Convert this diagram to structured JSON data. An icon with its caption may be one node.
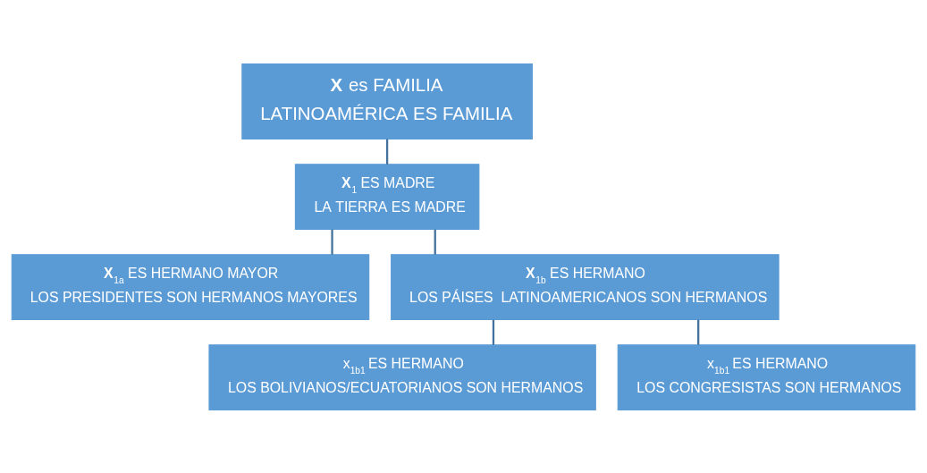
{
  "diagram": {
    "nodes": [
      {
        "text": [
          "**X** es FAMILIA",
          "LATINOAMÉRICA ES FAMILIA"
        ]
      },
      {
        "text": [
          "**X**$_{1}$ ES MADRE",
          "LA TIERRA ES MADRE"
        ]
      },
      {
        "text": [
          "**X**$_{1a}$ ES HERMANO MAYOR",
          "LOS PRESIDENTES SON HERMANOS MAYORES"
        ]
      },
      {
        "text": [
          "**X**$_{1b}$ ES HERMANO",
          "LOS PÁISES  LATINOAMERICANOS SON HERMANOS"
        ]
      },
      {
        "text": [
          "x$_{1b1}$ ES HERMANO",
          "LOS BOLIVIANOS/ECUATORIANOS SON HERMANOS"
        ]
      },
      {
        "text": [
          "x$_{1b1}$ ES HERMANO",
          "LOS CONGRESISTAS SON HERMANOS"
        ]
      }
    ],
    "edges": [
      {
        "from": 0,
        "to": 1,
        "arrow": "none"
      },
      {
        "from": 1,
        "to": 2,
        "arrow": "none"
      },
      {
        "from": 1,
        "to": 3,
        "arrow": "none"
      },
      {
        "from": 3,
        "to": 4,
        "arrow": "none"
      },
      {
        "from": 3,
        "to": 5,
        "arrow": "none"
      }
    ]
  }
}
